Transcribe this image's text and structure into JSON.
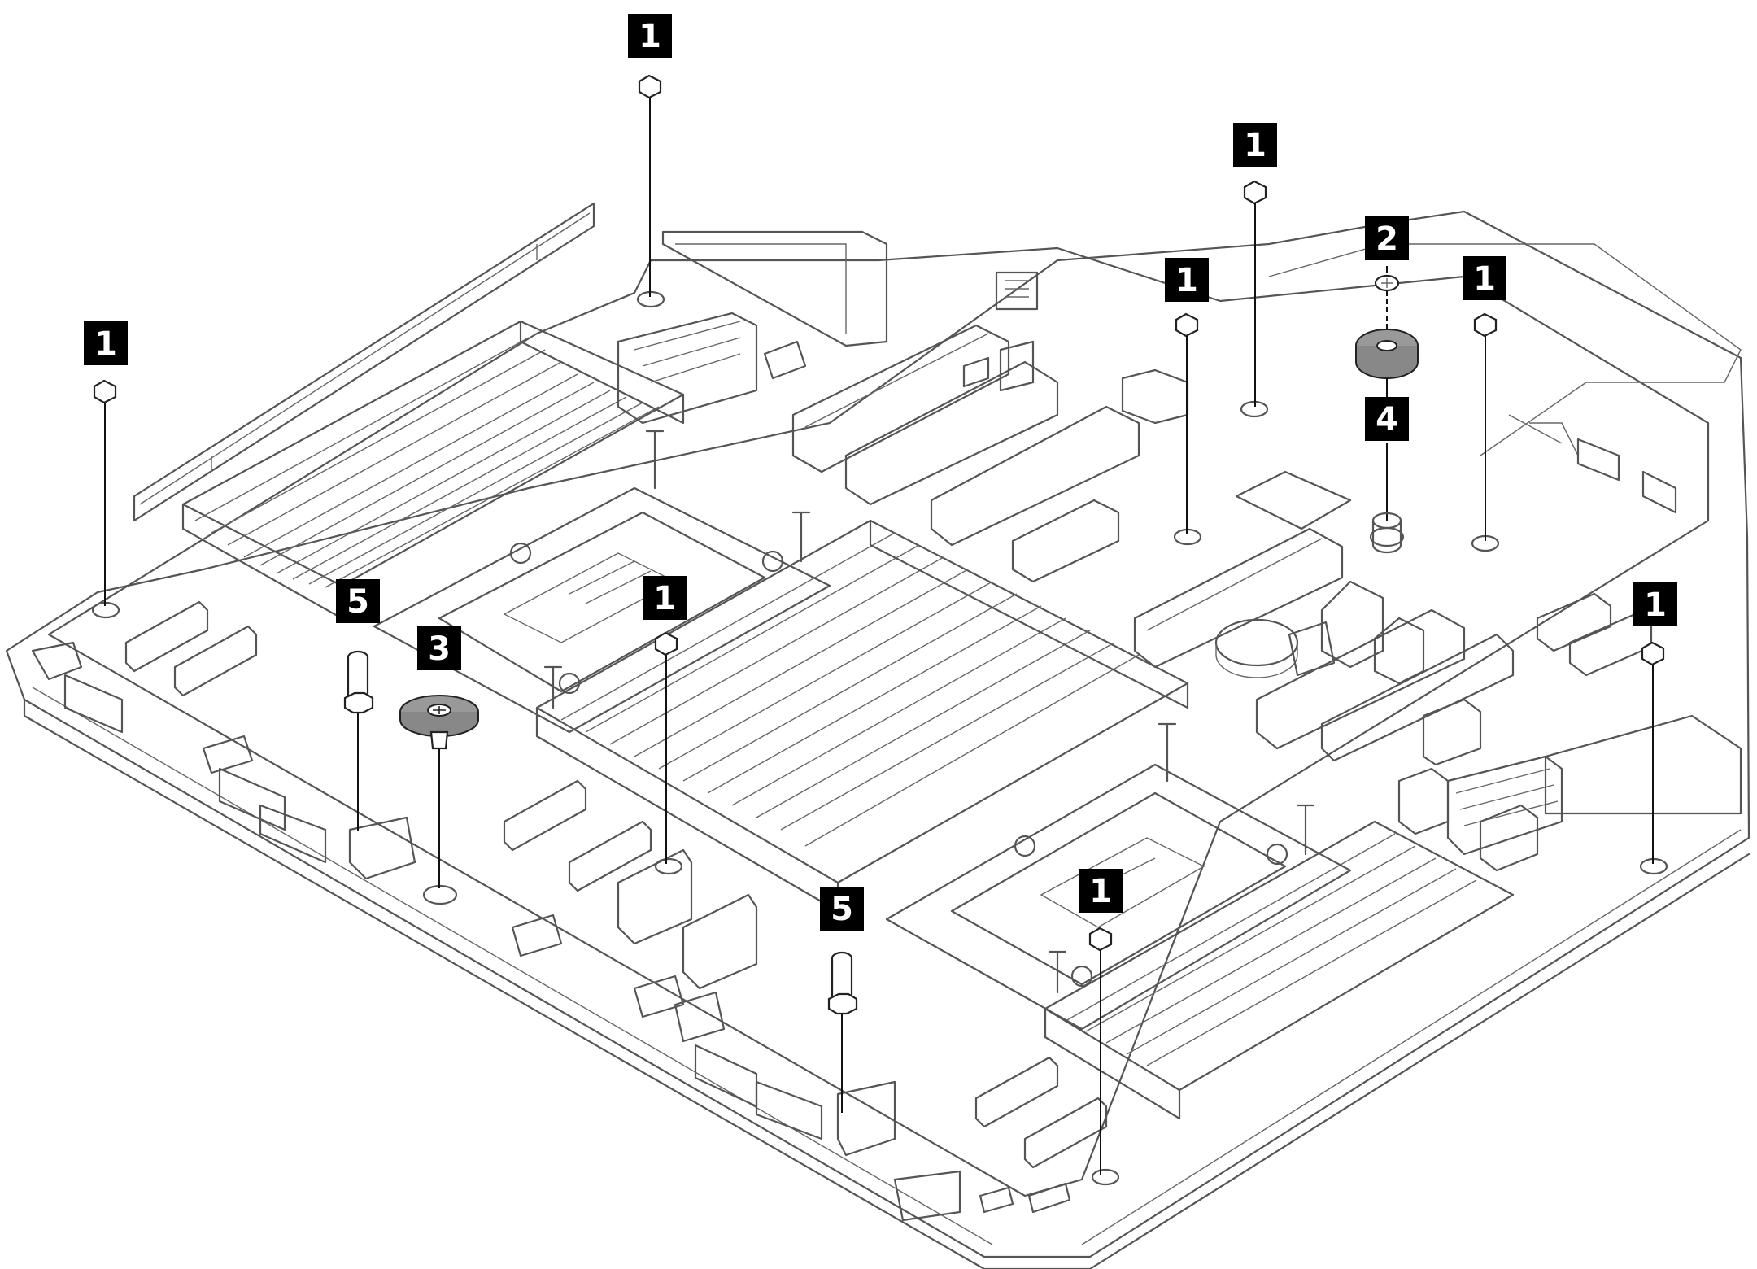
{
  "callouts": [
    {
      "id": "c1a",
      "label": "1"
    },
    {
      "id": "c1b",
      "label": "1"
    },
    {
      "id": "c1c",
      "label": "1"
    },
    {
      "id": "c1d",
      "label": "1"
    },
    {
      "id": "c1e",
      "label": "1"
    },
    {
      "id": "c1f",
      "label": "1"
    },
    {
      "id": "c1g",
      "label": "1"
    },
    {
      "id": "c1h",
      "label": "1"
    },
    {
      "id": "c2",
      "label": "2"
    },
    {
      "id": "c3",
      "label": "3"
    },
    {
      "id": "c4",
      "label": "4"
    },
    {
      "id": "c5a",
      "label": "5"
    },
    {
      "id": "c5b",
      "label": "5"
    }
  ]
}
